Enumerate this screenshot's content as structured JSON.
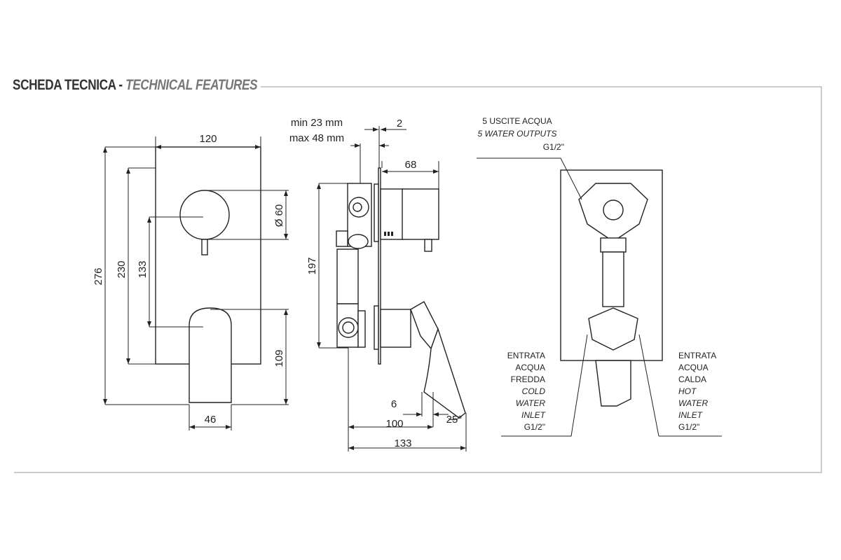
{
  "header": {
    "title_main": "SCHEDA TECNICA -",
    "title_sub": "TECHNICAL FEATURES"
  },
  "front_view": {
    "width": "120",
    "height_total": "276",
    "height_plate": "230",
    "axis_distance": "133",
    "knob_diameter": "Ø 60",
    "lever_height": "109",
    "lever_width": "46"
  },
  "side_view": {
    "depth_min": "min 23 mm",
    "depth_max": "max 48 mm",
    "plate_thickness": "2",
    "knob_depth": "68",
    "body_height": "197",
    "lever_offset": "6",
    "lever_depth": "100",
    "total_depth": "133",
    "lever_angle": "25°"
  },
  "back_view": {
    "outputs": [
      "5 USCITE ACQUA",
      "5 WATER OUTPUTS",
      "G1/2\""
    ],
    "cold_inlet": [
      "ENTRATA",
      "ACQUA",
      "FREDDA",
      "COLD",
      "WATER",
      "INLET",
      "G1/2\""
    ],
    "hot_inlet": [
      "ENTRATA",
      "ACQUA",
      "CALDA",
      "HOT",
      "WATER",
      "INLET",
      "G1/2\""
    ]
  }
}
